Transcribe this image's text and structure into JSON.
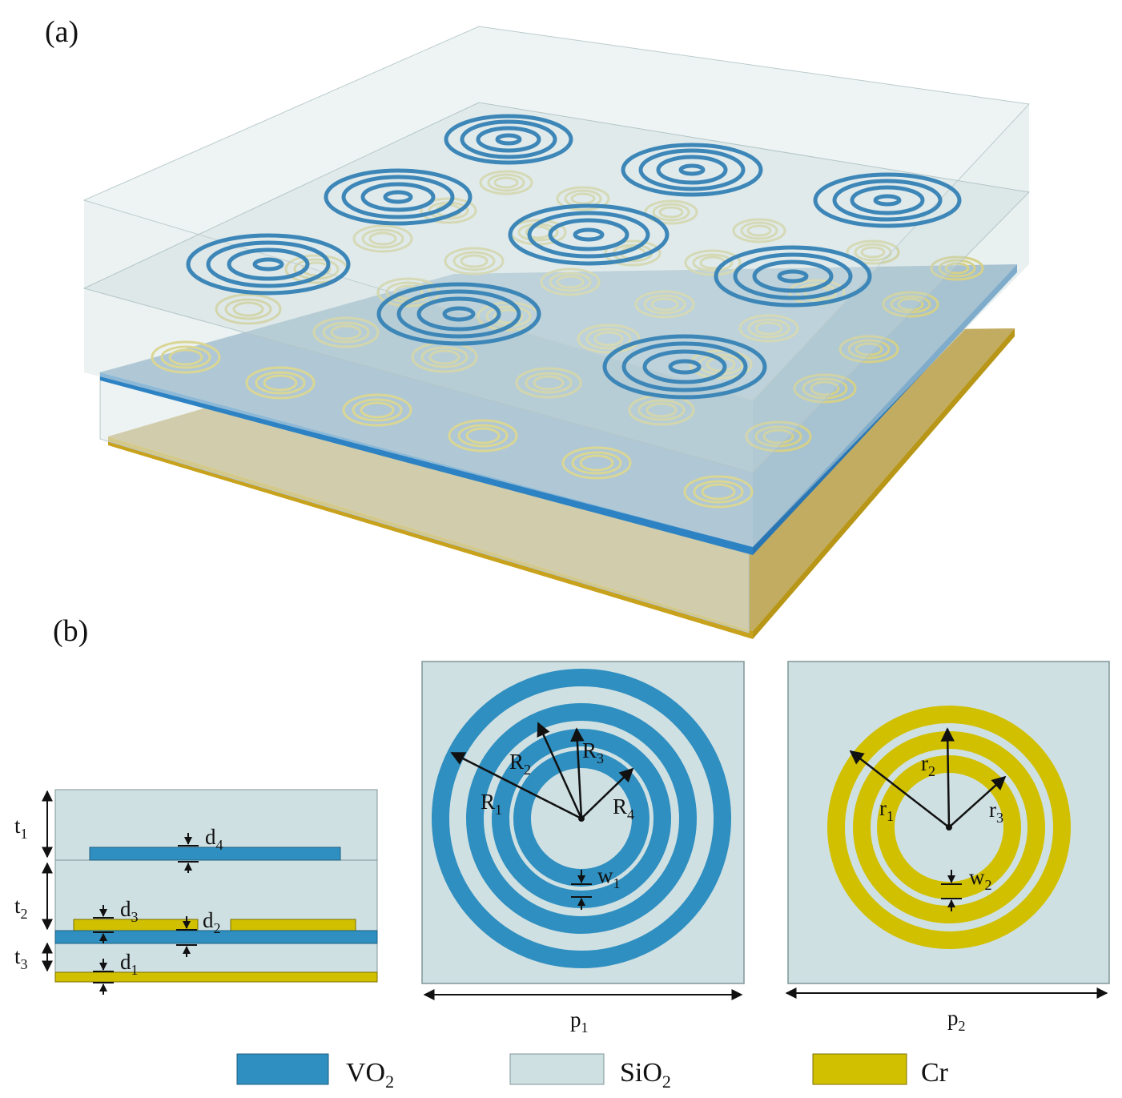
{
  "panel_a": {
    "label": "(a)",
    "colors": {
      "vo2": "#2f8fc0",
      "sio2": "#cfe0e3",
      "cr": "#d1c000"
    }
  },
  "panel_b": {
    "label": "(b)",
    "cross_section": {
      "t1": {
        "base": "t",
        "sub": "1"
      },
      "t2": {
        "base": "t",
        "sub": "2"
      },
      "t3": {
        "base": "t",
        "sub": "3"
      },
      "d1": {
        "base": "d",
        "sub": "1"
      },
      "d2": {
        "base": "d",
        "sub": "2"
      },
      "d3": {
        "base": "d",
        "sub": "3"
      },
      "d4": {
        "base": "d",
        "sub": "4"
      }
    },
    "vo2_cell": {
      "R1": {
        "base": "R",
        "sub": "1"
      },
      "R2": {
        "base": "R",
        "sub": "2"
      },
      "R3": {
        "base": "R",
        "sub": "3"
      },
      "R4": {
        "base": "R",
        "sub": "4"
      },
      "w1": {
        "base": "w",
        "sub": "1"
      },
      "p1": {
        "base": "p",
        "sub": "1"
      }
    },
    "cr_cell": {
      "r1": {
        "base": "r",
        "sub": "1"
      },
      "r2": {
        "base": "r",
        "sub": "2"
      },
      "r3": {
        "base": "r",
        "sub": "3"
      },
      "w2": {
        "base": "w",
        "sub": "2"
      },
      "p2": {
        "base": "p",
        "sub": "2"
      }
    }
  },
  "legend": [
    {
      "base": "VO",
      "sub": "2",
      "color": "#2f8fc0"
    },
    {
      "base": "SiO",
      "sub": "2",
      "color": "#cfe0e3"
    },
    {
      "base": "Cr",
      "sub": "",
      "color": "#d1c000"
    }
  ]
}
